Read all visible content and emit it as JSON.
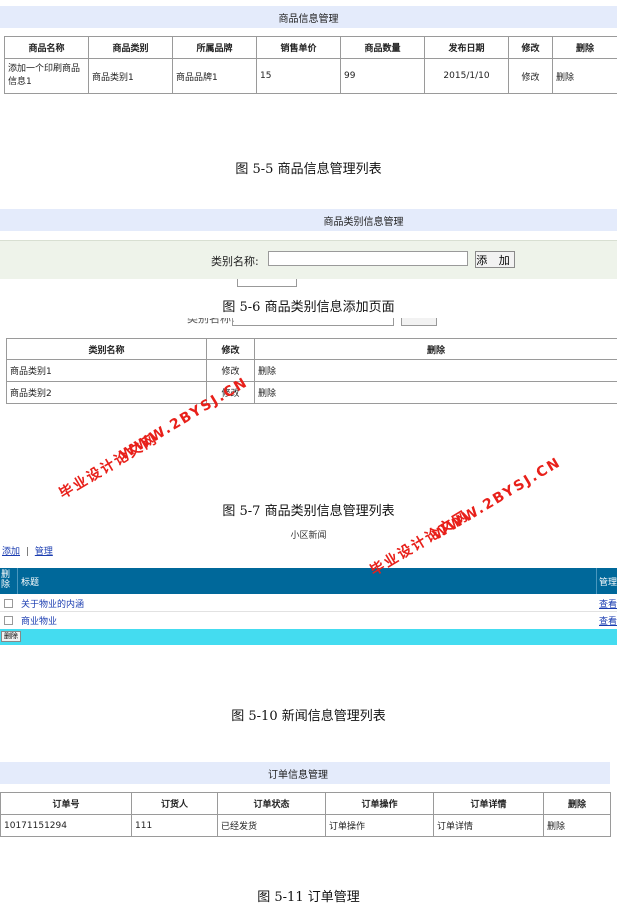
{
  "product_list": {
    "title": "商品信息管理",
    "headers": [
      "商品名称",
      "商品类别",
      "所属品牌",
      "销售单价",
      "商品数量",
      "发布日期",
      "修改",
      "删除"
    ],
    "row": {
      "name": "添加一个印刷商品信息1",
      "category": "商品类别1",
      "brand": "商品品牌1",
      "price": "15",
      "quantity": "99",
      "date": "2015/1/10",
      "edit": "修改",
      "delete": "删除"
    },
    "caption": "图 5-5 商品信息管理列表"
  },
  "category_add": {
    "title": "商品类别信息管理",
    "field_label": "类别名称:",
    "input_value": "",
    "add_button": "添 加",
    "caption": "图 5-6 商品类别信息添加页面"
  },
  "category_list": {
    "headers": [
      "类别名称",
      "修改",
      "删除"
    ],
    "rows": [
      {
        "name": "商品类别1",
        "edit": "修改",
        "delete": "删除"
      },
      {
        "name": "商品类别2",
        "edit": "修改",
        "delete": "删除"
      }
    ],
    "caption": "图 5-7 商品类别信息管理列表"
  },
  "news_list": {
    "title": "小区新闻",
    "links": {
      "add": "添加",
      "separator": "|",
      "manage": "管理"
    },
    "headers": {
      "delete": "删除",
      "title": "标题",
      "manage": "管理"
    },
    "rows": [
      {
        "title": "关于物业的内涵",
        "action": "查看"
      },
      {
        "title": "商业物业",
        "action": "查看"
      }
    ],
    "delete_button": "删除",
    "caption": "图 5-10 新闻信息管理列表"
  },
  "order_list": {
    "title": "订单信息管理",
    "headers": [
      "订单号",
      "订货人",
      "订单状态",
      "订单操作",
      "订单详情",
      "删除"
    ],
    "row": {
      "order_no": "10171151294",
      "customer": "111",
      "status": "已经发货",
      "operation": "订单操作",
      "detail": "订单详情",
      "delete": "删除"
    },
    "caption": "图 5-11 订单管理"
  },
  "watermark": {
    "line1": "毕业设计论文网",
    "line2": "WWW.2BYSJ.CN",
    "color": "#e8201a"
  },
  "colors": {
    "title_bar": "#e4ebfb",
    "news_header": "#00689a",
    "news_footer": "#44dcf0",
    "form_band": "#eef3ea"
  }
}
